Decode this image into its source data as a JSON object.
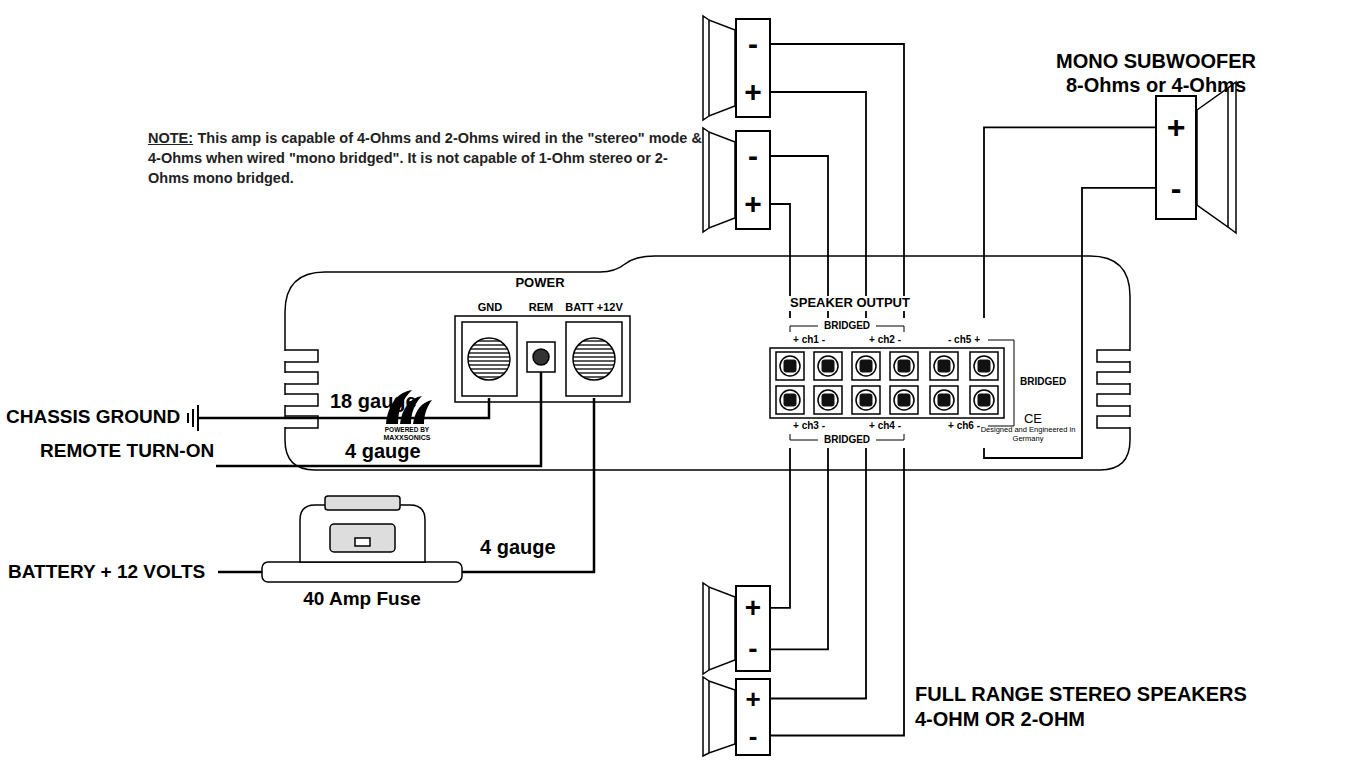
{
  "diagram": {
    "nodes": [
      {
        "text": [
          "POWER",
          "SPEAKER OUTPUT",
          "POWERED BY",
          "MAXXSONICS",
          "CE",
          "Designed and Engineered in Germany"
        ]
      },
      {
        "text": [
          "GND"
        ],
        "in": 0
      },
      {
        "text": [
          "REM"
        ],
        "in": 0
      },
      {
        "text": [
          "BATT +12V"
        ],
        "in": 0
      },
      {
        "text": [
          "BRIDGED",
          "+ ch1 -",
          "+ ch2 -",
          "- ch5 +",
          "BRIDGED",
          "+ ch3 -",
          "+ ch4 -",
          "+ ch6 -",
          "BRIDGED"
        ],
        "in": 0
      },
      {
        "text": [
          "-",
          "+"
        ]
      },
      {
        "text": [
          "-",
          "+"
        ]
      },
      {
        "text": [
          "+",
          "-"
        ]
      },
      {
        "text": [
          "+",
          "-"
        ]
      },
      {
        "text": [
          "+",
          "-"
        ]
      }
    ],
    "edges": [
      {
        "from": 5,
        "to": 4,
        "arrow": "none"
      },
      {
        "from": 5,
        "to": 4,
        "arrow": "none"
      },
      {
        "from": 6,
        "to": 4,
        "arrow": "none"
      },
      {
        "from": 6,
        "to": 4,
        "arrow": "none"
      },
      {
        "from": 7,
        "to": 4,
        "arrow": "none"
      },
      {
        "from": 7,
        "to": 4,
        "arrow": "none"
      },
      {
        "from": 8,
        "to": 4,
        "arrow": "none"
      },
      {
        "from": 8,
        "to": 4,
        "arrow": "none"
      },
      {
        "from": 9,
        "to": 4,
        "arrow": "none"
      },
      {
        "from": 9,
        "to": 4,
        "arrow": "none"
      }
    ],
    "labels": [
      "NOTE:",
      "This amp is capable of 4-Ohms and 2-Ohms wired in the \"stereo\" mode & 4-Ohms when wired \"mono bridged\". It is not capable of 1-Ohm stereo or 2-Ohms mono bridged.",
      "MONO SUBWOOFER",
      "8-Ohms or 4-Ohms",
      "FULL RANGE STEREO SPEAKERS",
      "4-OHM OR 2-OHM",
      "CHASSIS GROUND",
      "18 gauge",
      "REMOTE TURN-ON",
      "4 gauge",
      "4 gauge",
      "BATTERY + 12 VOLTS",
      "40 Amp Fuse"
    ]
  }
}
